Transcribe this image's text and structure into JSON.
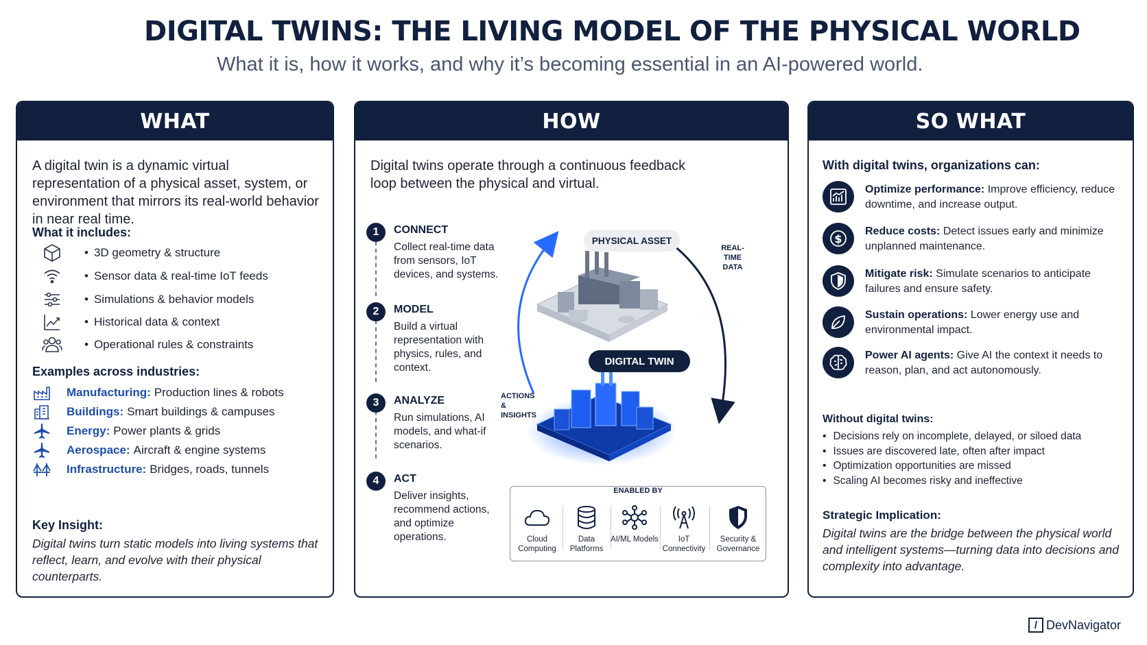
{
  "header": {
    "title": "DIGITAL TWINS: THE LIVING MODEL OF THE PHYSICAL WORLD",
    "subtitle": "What it is, how it works, and why it’s becoming essential in an AI-powered world."
  },
  "what": {
    "heading": "WHAT",
    "intro": "A digital twin is a dynamic virtual representation of a physical asset, system, or environment that mirrors its real-world behavior in near real time.",
    "includes_heading": "What it includes:",
    "includes": [
      {
        "icon": "cube-icon",
        "text": "3D geometry & structure"
      },
      {
        "icon": "wifi-icon",
        "text": "Sensor data & real-time IoT feeds"
      },
      {
        "icon": "sliders-icon",
        "text": "Simulations & behavior models"
      },
      {
        "icon": "trend-chart-icon",
        "text": "Historical data & context"
      },
      {
        "icon": "people-icon",
        "text": "Operational rules & constraints"
      }
    ],
    "examples_heading": "Examples across industries:",
    "examples": [
      {
        "icon": "factory-icon",
        "label": "Manufacturing:",
        "text": "Production lines & robots"
      },
      {
        "icon": "building-icon",
        "label": "Buildings:",
        "text": "Smart buildings & campuses"
      },
      {
        "icon": "plane-icon",
        "label": "Energy:",
        "text": "Power plants & grids"
      },
      {
        "icon": "plane-icon",
        "label": "Aerospace:",
        "text": "Aircraft & engine systems"
      },
      {
        "icon": "bridge-icon",
        "label": "Infrastructure:",
        "text": "Bridges, roads, tunnels"
      }
    ],
    "insight_heading": "Key Insight:",
    "insight": "Digital twins turn static models into living systems that reflect, learn, and evolve with their physical counterparts."
  },
  "how": {
    "heading": "HOW",
    "intro": "Digital twins operate through a continuous feedback loop between the physical and virtual.",
    "steps": [
      {
        "num": "1",
        "title": "CONNECT",
        "desc": "Collect real-time data from sensors, IoT devices, and systems."
      },
      {
        "num": "2",
        "title": "MODEL",
        "desc": "Build a virtual representation with physics, rules, and context."
      },
      {
        "num": "3",
        "title": "ANALYZE",
        "desc": "Run simulations, AI models, and what-if scenarios."
      },
      {
        "num": "4",
        "title": "ACT",
        "desc": "Deliver insights, recommend actions, and optimize operations."
      }
    ],
    "physical_asset": "PHYSICAL ASSET",
    "digital_twin": "DIGITAL TWIN",
    "realtime_label": "REAL-TIME DATA",
    "actions_label": "ACTIONS & INSIGHTS",
    "enabled_heading": "ENABLED BY",
    "enablers": [
      {
        "icon": "cloud-icon",
        "label": "Cloud Computing"
      },
      {
        "icon": "database-icon",
        "label": "Data Platforms"
      },
      {
        "icon": "network-icon",
        "label": "AI/ML Models"
      },
      {
        "icon": "antenna-icon",
        "label": "IoT Connectivity"
      },
      {
        "icon": "shield-icon",
        "label": "Security & Governance"
      }
    ]
  },
  "sowhat": {
    "heading": "SO WHAT",
    "intro": "With digital twins, organizations can:",
    "benefits": [
      {
        "icon": "performance-chart-icon",
        "title": "Optimize performance:",
        "text": "Improve efficiency, reduce downtime, and increase output."
      },
      {
        "icon": "dollar-icon",
        "title": "Reduce costs:",
        "text": "Detect issues early and minimize unplanned maintenance."
      },
      {
        "icon": "shield-icon",
        "title": "Mitigate risk:",
        "text": "Simulate scenarios to anticipate failures and ensure safety."
      },
      {
        "icon": "leaf-icon",
        "title": "Sustain operations:",
        "text": "Lower energy use and environmental impact."
      },
      {
        "icon": "brain-icon",
        "title": "Power AI agents:",
        "text": "Give AI the context it needs to reason, plan, and act autonomously."
      }
    ],
    "without_heading": "Without digital twins:",
    "without": [
      "Decisions rely on incomplete, delayed, or siloed data",
      "Issues are discovered late, often after impact",
      "Optimization opportunities are missed",
      "Scaling AI becomes risky and ineffective"
    ],
    "strategic_heading": "Strategic Implication:",
    "strategic": "Digital twins are the bridge between the physical world and intelligent systems—turning data into decisions and complexity into advantage."
  },
  "brand": {
    "mark": "/",
    "name": "DevNavigator"
  },
  "colors": {
    "navy": "#12203f",
    "accent_blue": "#1d4ea8",
    "glow_blue": "#2a6bff"
  }
}
